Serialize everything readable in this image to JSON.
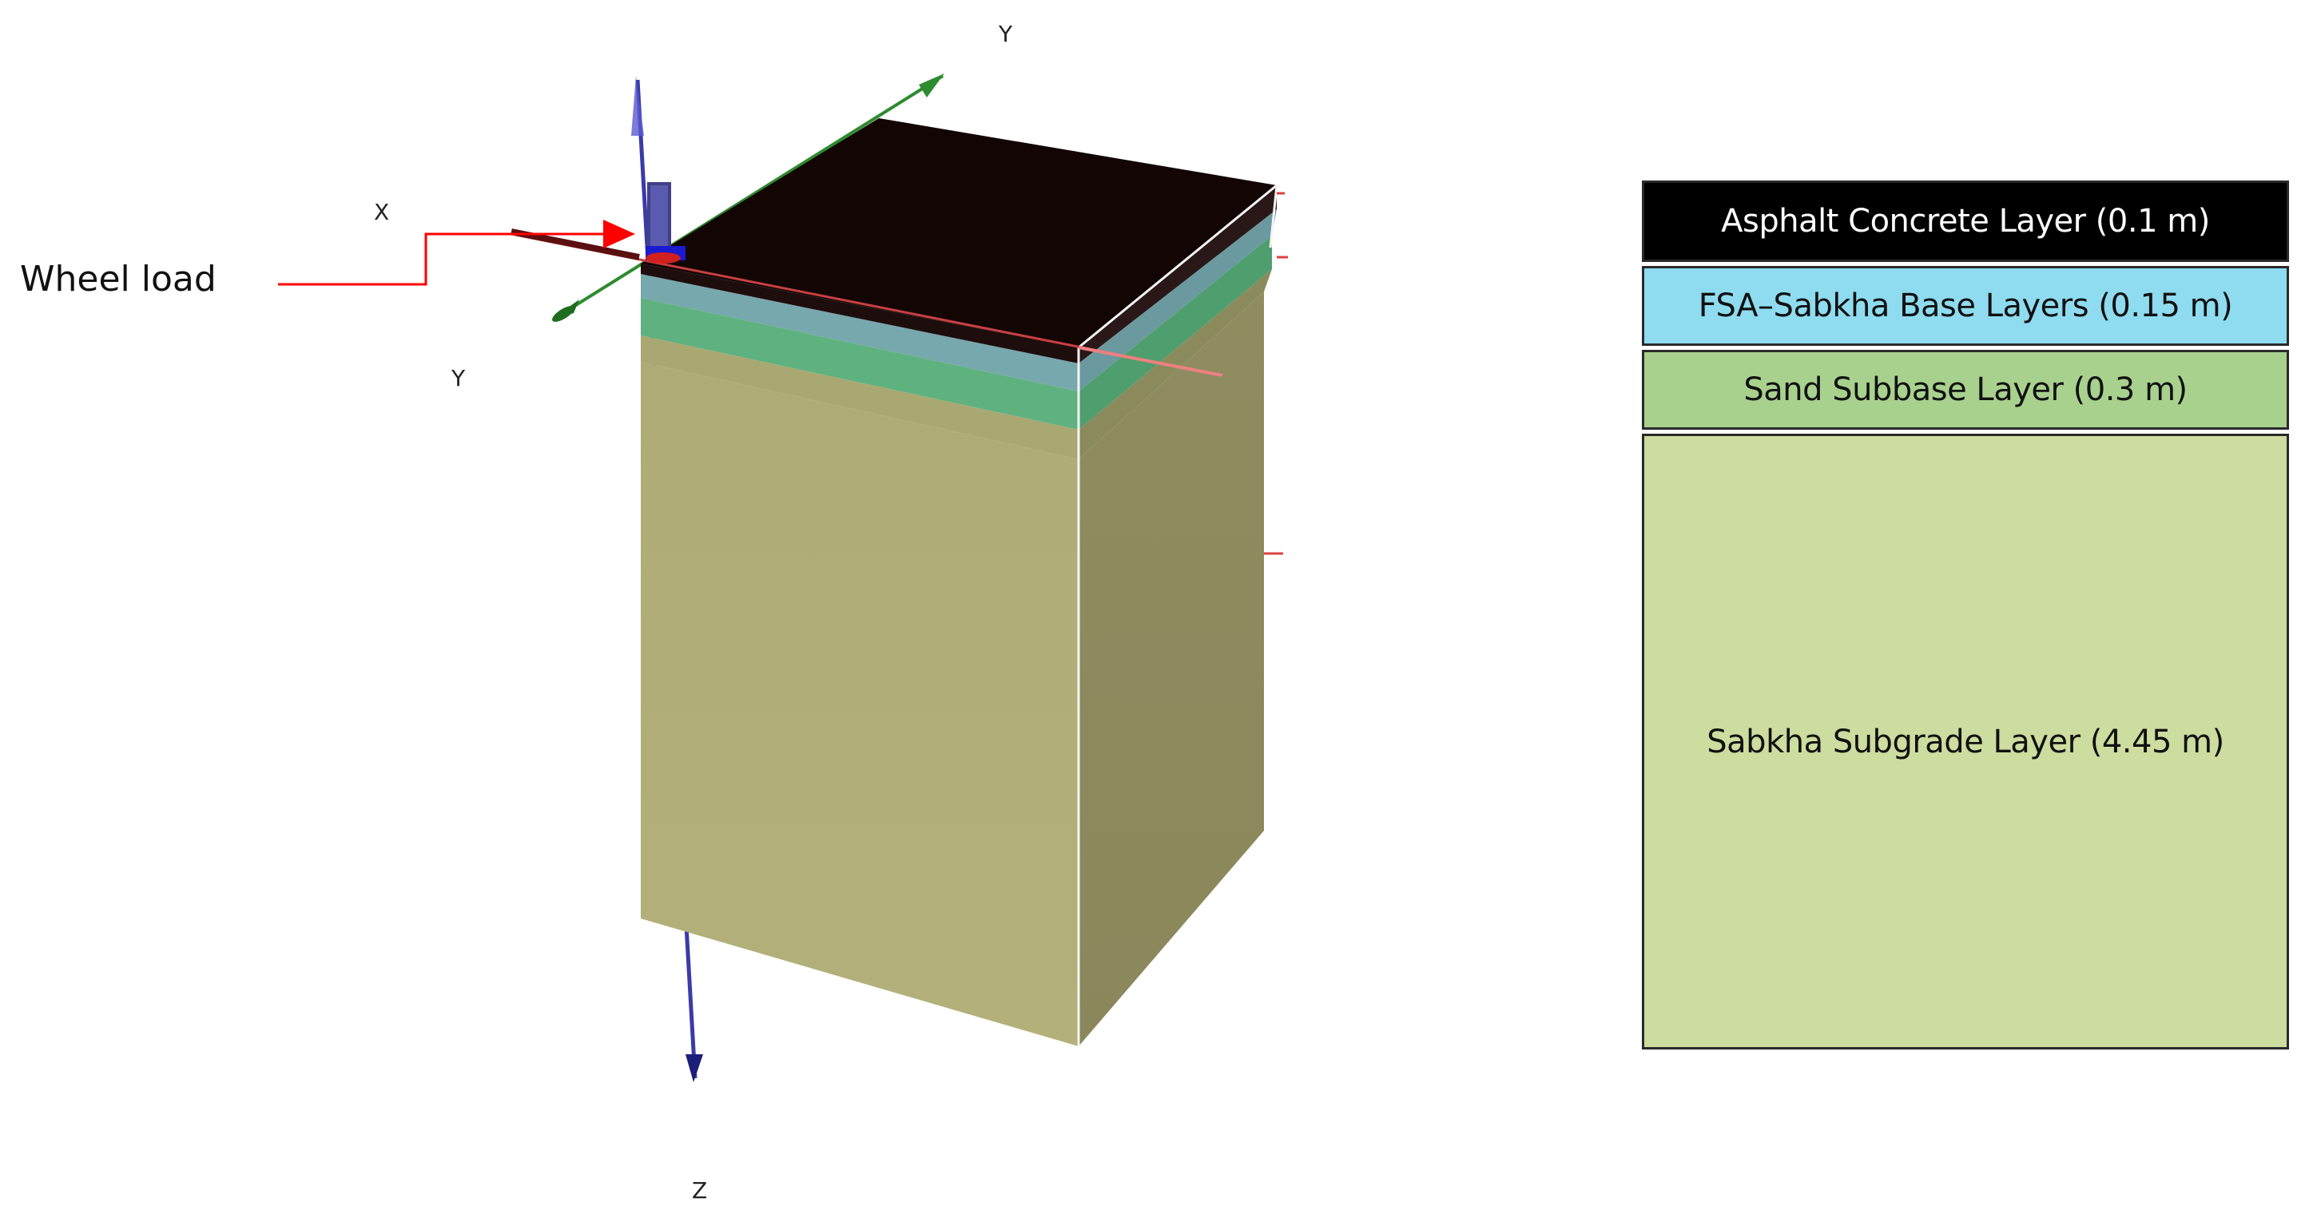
{
  "axes": {
    "y_top": "Y",
    "x_left": "X",
    "y_left": "Y",
    "z_bottom": "Z"
  },
  "callout": {
    "label": "Wheel load"
  },
  "colors": {
    "asphalt": "#140505",
    "base": "#8fc6cf",
    "subbase": "#a6cf8c",
    "subgrade": "#cfd9a0",
    "model_subgrade_front": "#adab74",
    "model_subgrade_side": "#8b8a5c",
    "arrow": "#ff0000"
  },
  "legend": {
    "layers": [
      {
        "label": "Asphalt Concrete Layer (0.1 m)",
        "color": "#000000"
      },
      {
        "label": "FSA–Sabkha Base Layers (0.15 m)",
        "color": "#8fdcf0"
      },
      {
        "label": "Sand Subbase Layer (0.3 m)",
        "color": "#a9d18e"
      },
      {
        "label": "Sabkha Subgrade Layer (4.45 m)",
        "color": "#cddc9f"
      }
    ]
  }
}
